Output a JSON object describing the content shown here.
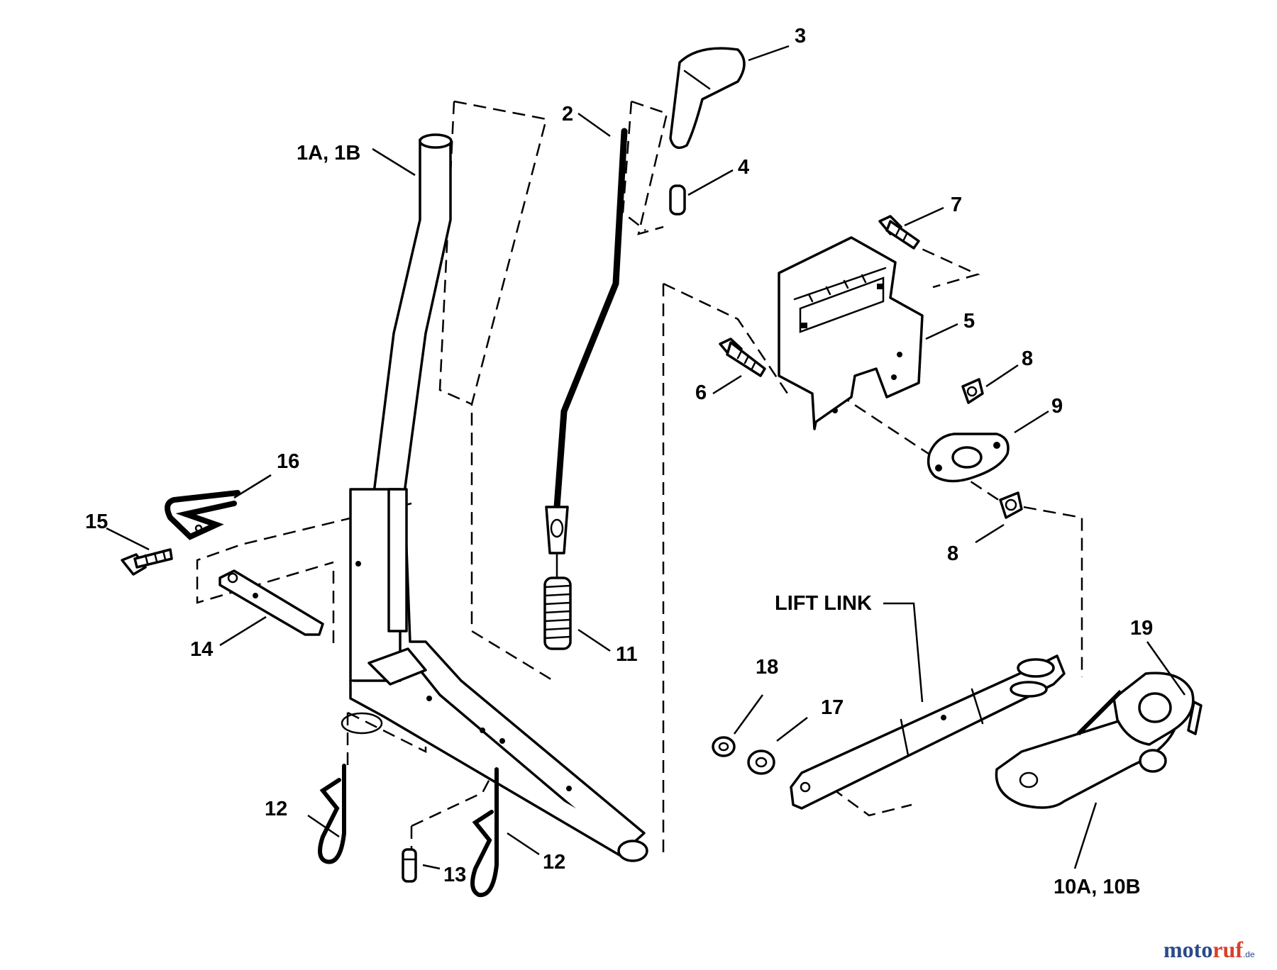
{
  "callouts": {
    "c1": "1A, 1B",
    "c2": "2",
    "c3": "3",
    "c4": "4",
    "c5": "5",
    "c6": "6",
    "c7": "7",
    "c8a": "8",
    "c8b": "8",
    "c9": "9",
    "c10": "10A, 10B",
    "c11": "11",
    "c12a": "12",
    "c12b": "12",
    "c13": "13",
    "c14": "14",
    "c15": "15",
    "c16": "16",
    "c17": "17",
    "c18": "18",
    "c19": "19",
    "lift_link": "LIFT LINK"
  },
  "watermark": {
    "moto": "moto",
    "ruf": "ruf",
    "tld": ".de",
    "colors": {
      "moto": "#2a4a8a",
      "ruf": "#d8402a"
    }
  }
}
